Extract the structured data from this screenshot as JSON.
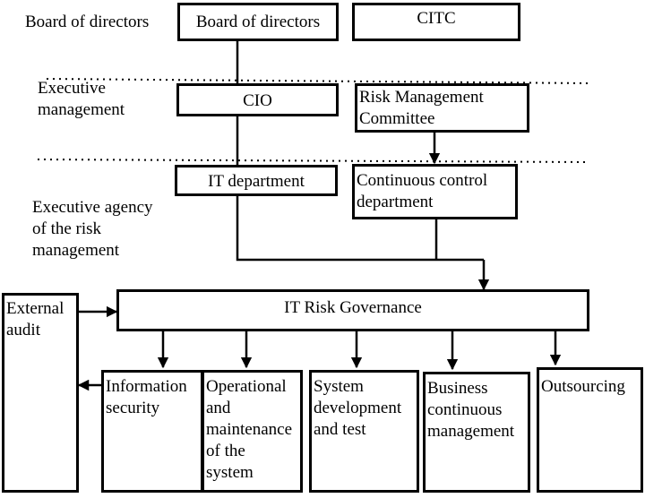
{
  "levels": {
    "board": "Board of directors",
    "executive": "Executive\nmanagement",
    "agency": "Executive agency\nof the risk\nmanagement"
  },
  "boxes": {
    "board_of_directors": "Board of directors",
    "citc": "CITC",
    "cio": "CIO",
    "risk_committee": "Risk Management\nCommittee",
    "it_department": "IT department",
    "continuous_control": "Continuous control\ndepartment",
    "it_risk_governance": "IT Risk Governance",
    "external_audit": "External\naudit",
    "information_security": "Information\nsecurity",
    "operational": "Operational\nand\nmaintenance\nof the\nsystem",
    "system_development": "System\ndevelopment\nand test",
    "business_continuous": "Business\ncontinuous\nmanagement",
    "outsourcing": "Outsourcing"
  }
}
